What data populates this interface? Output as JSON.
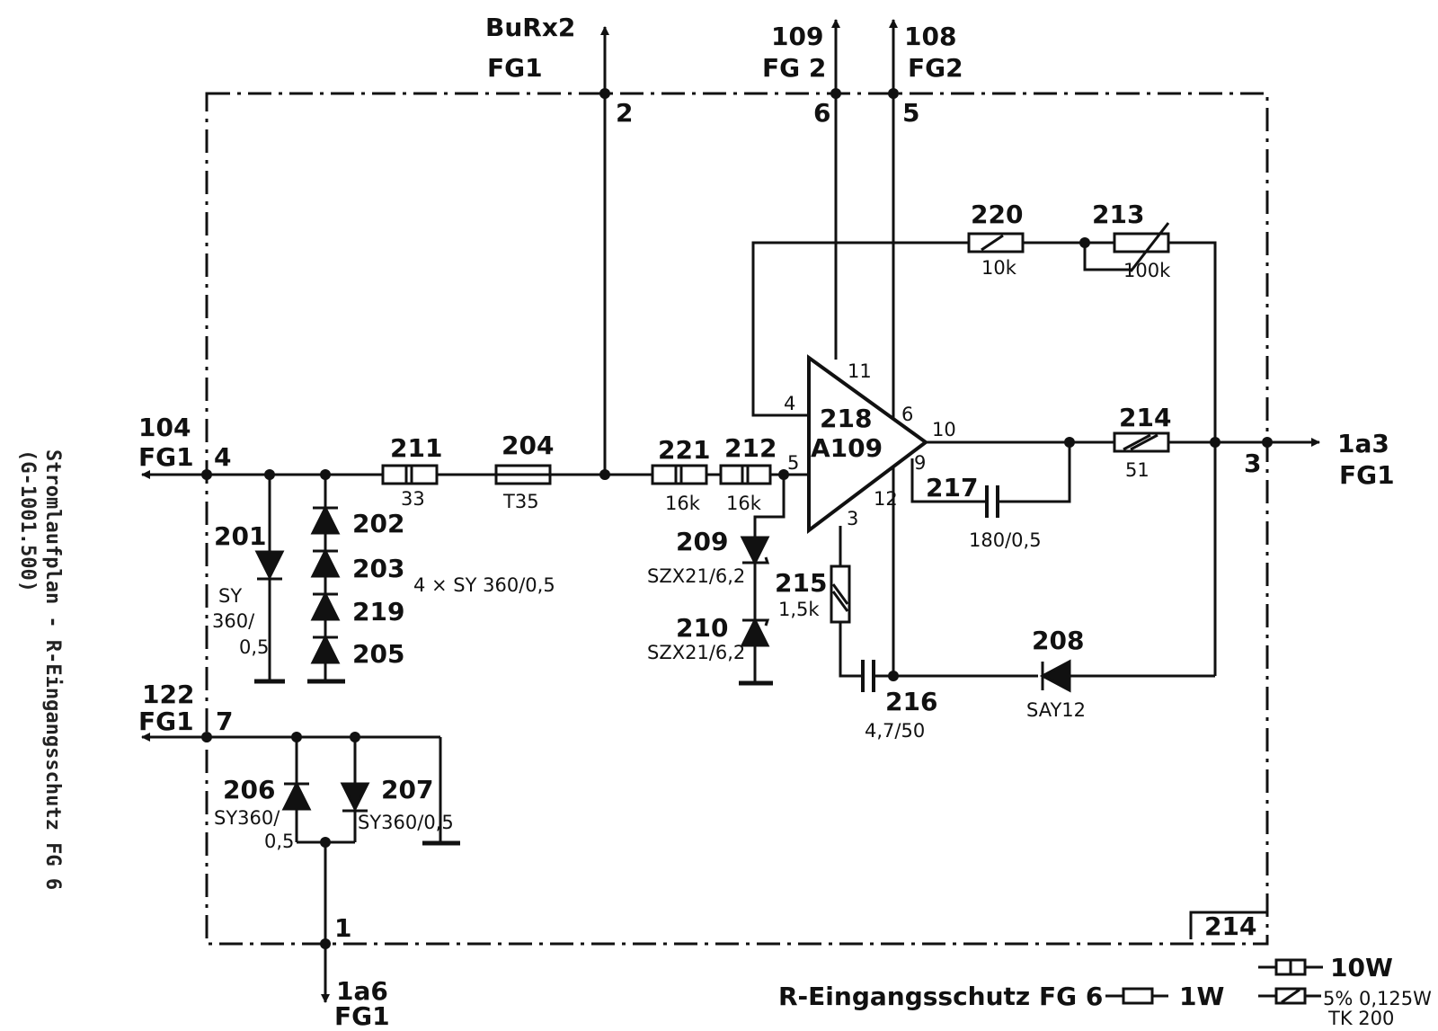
{
  "side_title": {
    "line1": "Stromlaufplan - R-Eingangsschutz FG 6",
    "line2": "(G-1001.500)"
  },
  "terminals": {
    "burx2": "BuRx2",
    "burx2_fg": "FG1",
    "burx2_pin": "2",
    "t109": "109",
    "t109_fg": "FG 2",
    "t109_pin": "6",
    "t108": "108",
    "t108_fg": "FG2",
    "t108_pin": "5",
    "t104": "104",
    "t104_fg": "FG1",
    "t104_pin": "4",
    "t122": "122",
    "t122_fg": "FG1",
    "t122_pin": "7",
    "t1a3": "1a3",
    "t1a3_fg": "FG1",
    "t1a3_pin": "3",
    "t1a6": "1a6",
    "t1a6_fg": "FG1",
    "t1a6_pin": "1"
  },
  "components": {
    "r211": "211",
    "r211_val": "33",
    "f204": "204",
    "f204_val": "T35",
    "r221": "221",
    "r221_val": "16k",
    "r212": "212",
    "r212_val": "16k",
    "r220": "220",
    "r220_val": "10k",
    "p213": "213",
    "p213_val": "100k",
    "r214": "214",
    "r214_val": "51",
    "c217": "217",
    "c217_val": "180/0,5",
    "r215": "215",
    "r215_val": "1,5k",
    "c216": "216",
    "c216_val": "4,7/50",
    "d208": "208",
    "d208_val": "SAY12",
    "d209": "209",
    "d209_val": "SZX21/6,2",
    "d210": "210",
    "d210_val": "SZX21/6,2",
    "d201": "201",
    "d201_val1": "SY",
    "d201_val2": "360/",
    "d201_val3": "0,5",
    "d202": "202",
    "d203": "203",
    "d219": "219",
    "d205": "205",
    "diode_group": "4 × SY 360/0,5",
    "d206": "206",
    "d206_val1": "SY360/",
    "d206_val2": "0,5",
    "d207": "207",
    "d207_val": "SY360/0,5",
    "opamp": "218",
    "opamp_type": "A109",
    "pin4": "4",
    "pin11": "11",
    "pin6": "6",
    "pin10": "10",
    "pin9": "9",
    "pin12": "12",
    "pin3": "3",
    "pin5": "5"
  },
  "board_number": "214",
  "caption": "R-Eingangsschutz FG 6",
  "legend": {
    "l1": "1W",
    "l2": "10W",
    "l3": "5% 0,125W",
    "l4": "TK 200"
  }
}
